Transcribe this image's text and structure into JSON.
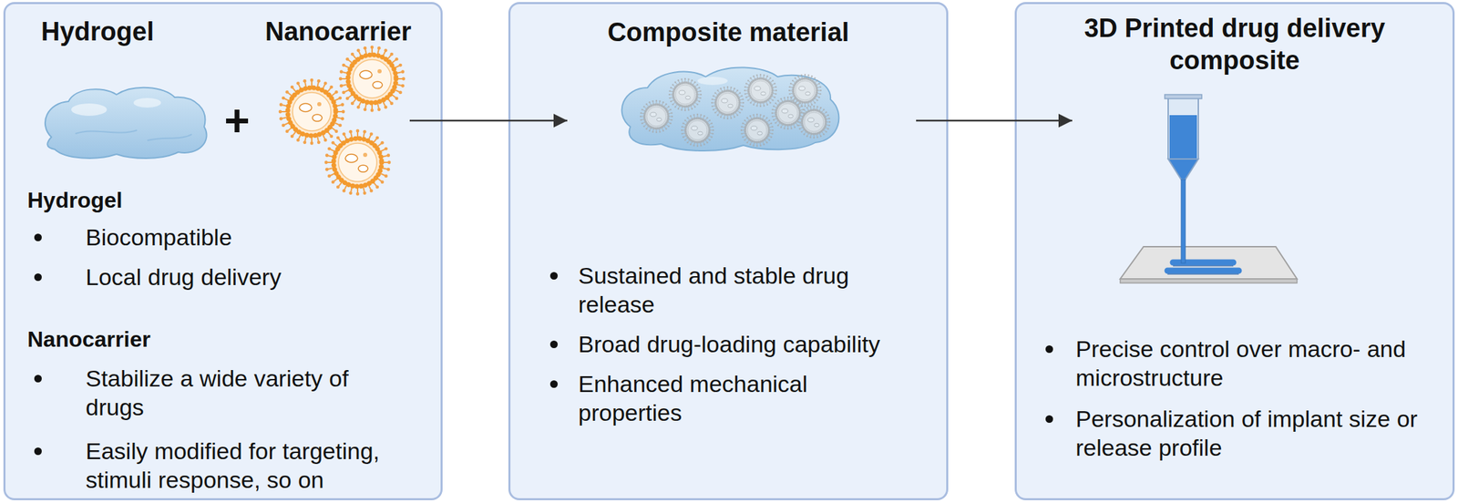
{
  "diagram": {
    "nodes": [
      {
        "text": [
          "Hydrogel",
          "Nanocarrier",
          "Hydrogel",
          "Biocompatible",
          "Local drug delivery",
          "Nanocarrier",
          "Stabilize a wide variety of drugs",
          "Easily modified for targeting, stimuli response, so on"
        ]
      },
      {
        "text": [
          "Composite material",
          "Sustained and stable drug release",
          "Broad drug-loading capability",
          "Enhanced mechanical properties"
        ]
      },
      {
        "text": [
          "3D Printed drug delivery composite",
          "Precise control over macro- and microstructure",
          "Personalization of implant size or release profile"
        ]
      }
    ],
    "edges": [
      {
        "from": 0,
        "to": 1,
        "arrow": "to"
      },
      {
        "from": 1,
        "to": 2,
        "arrow": "to"
      }
    ],
    "labels": [
      "+"
    ]
  }
}
